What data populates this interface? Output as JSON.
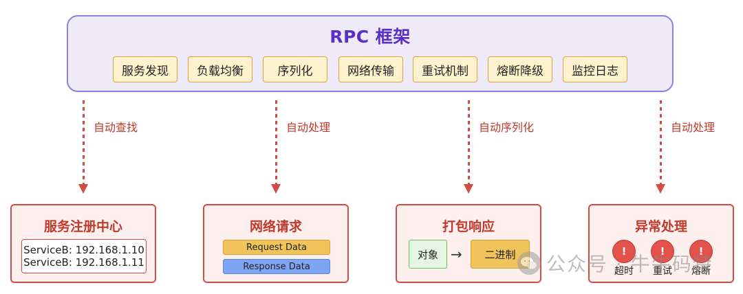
{
  "framework": {
    "title": "RPC 框架",
    "modules": [
      "服务发现",
      "负载均衡",
      "序列化",
      "网络传输",
      "重试机制",
      "熔断降级",
      "监控日志"
    ]
  },
  "arrows": [
    "自动查找",
    "自动处理",
    "自动序列化",
    "自动处理"
  ],
  "registry": {
    "title": "服务注册中心",
    "entries": [
      "ServiceB: 192.168.1.10",
      "ServiceB: 192.168.1.11"
    ]
  },
  "network": {
    "title": "网络请求",
    "request": "Request Data",
    "response": "Response Data"
  },
  "packing": {
    "title": "打包响应",
    "object": "对象",
    "binary": "二进制"
  },
  "exceptions": {
    "title": "异常处理",
    "items": [
      {
        "symbol": "!",
        "label": "超时"
      },
      {
        "symbol": "!",
        "label": "重试"
      },
      {
        "symbol": "!",
        "label": "熔断"
      }
    ]
  },
  "watermark": {
    "text": "公众号 · 牛牛码特",
    "icon": "wechat-icon"
  },
  "colors": {
    "framework_border": "#8f7fe0",
    "framework_title": "#5b2fc5",
    "module_fill": "#fff2cf",
    "accent_red": "#d24b44",
    "request_fill": "#f0c45a",
    "response_fill": "#7ea4f4",
    "object_fill": "#e6f5e3"
  }
}
